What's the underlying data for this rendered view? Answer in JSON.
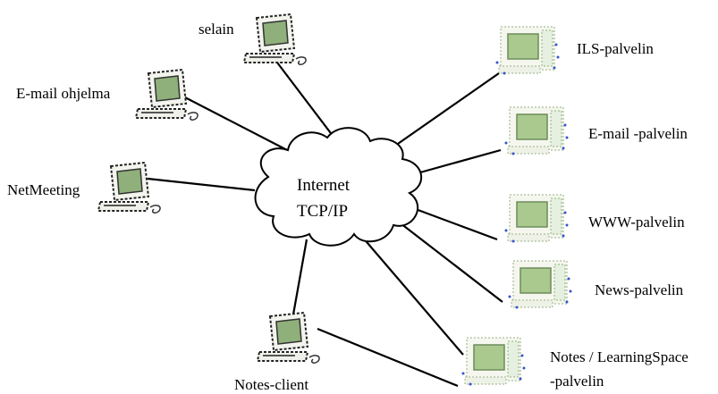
{
  "cloud": {
    "line1": "Internet",
    "line2": "TCP/IP"
  },
  "clients": [
    {
      "key": "selain",
      "label": "selain"
    },
    {
      "key": "email",
      "label": "E-mail ohjelma"
    },
    {
      "key": "netmeeting",
      "label": "NetMeeting"
    },
    {
      "key": "notes",
      "label": "Notes-client"
    }
  ],
  "servers": [
    {
      "key": "ils",
      "label": "ILS-palvelin"
    },
    {
      "key": "email",
      "label": "E-mail -palvelin"
    },
    {
      "key": "www",
      "label": "WWW-palvelin"
    },
    {
      "key": "news",
      "label": "News-palvelin"
    },
    {
      "key": "notes",
      "label_line1": "Notes / LearningSpace",
      "label_line2": "-palvelin"
    }
  ],
  "colors": {
    "screen": "#8fb07a",
    "monitor": "#e8ecd8",
    "server_screen": "#a9c98f",
    "dots": "#3355cc"
  }
}
